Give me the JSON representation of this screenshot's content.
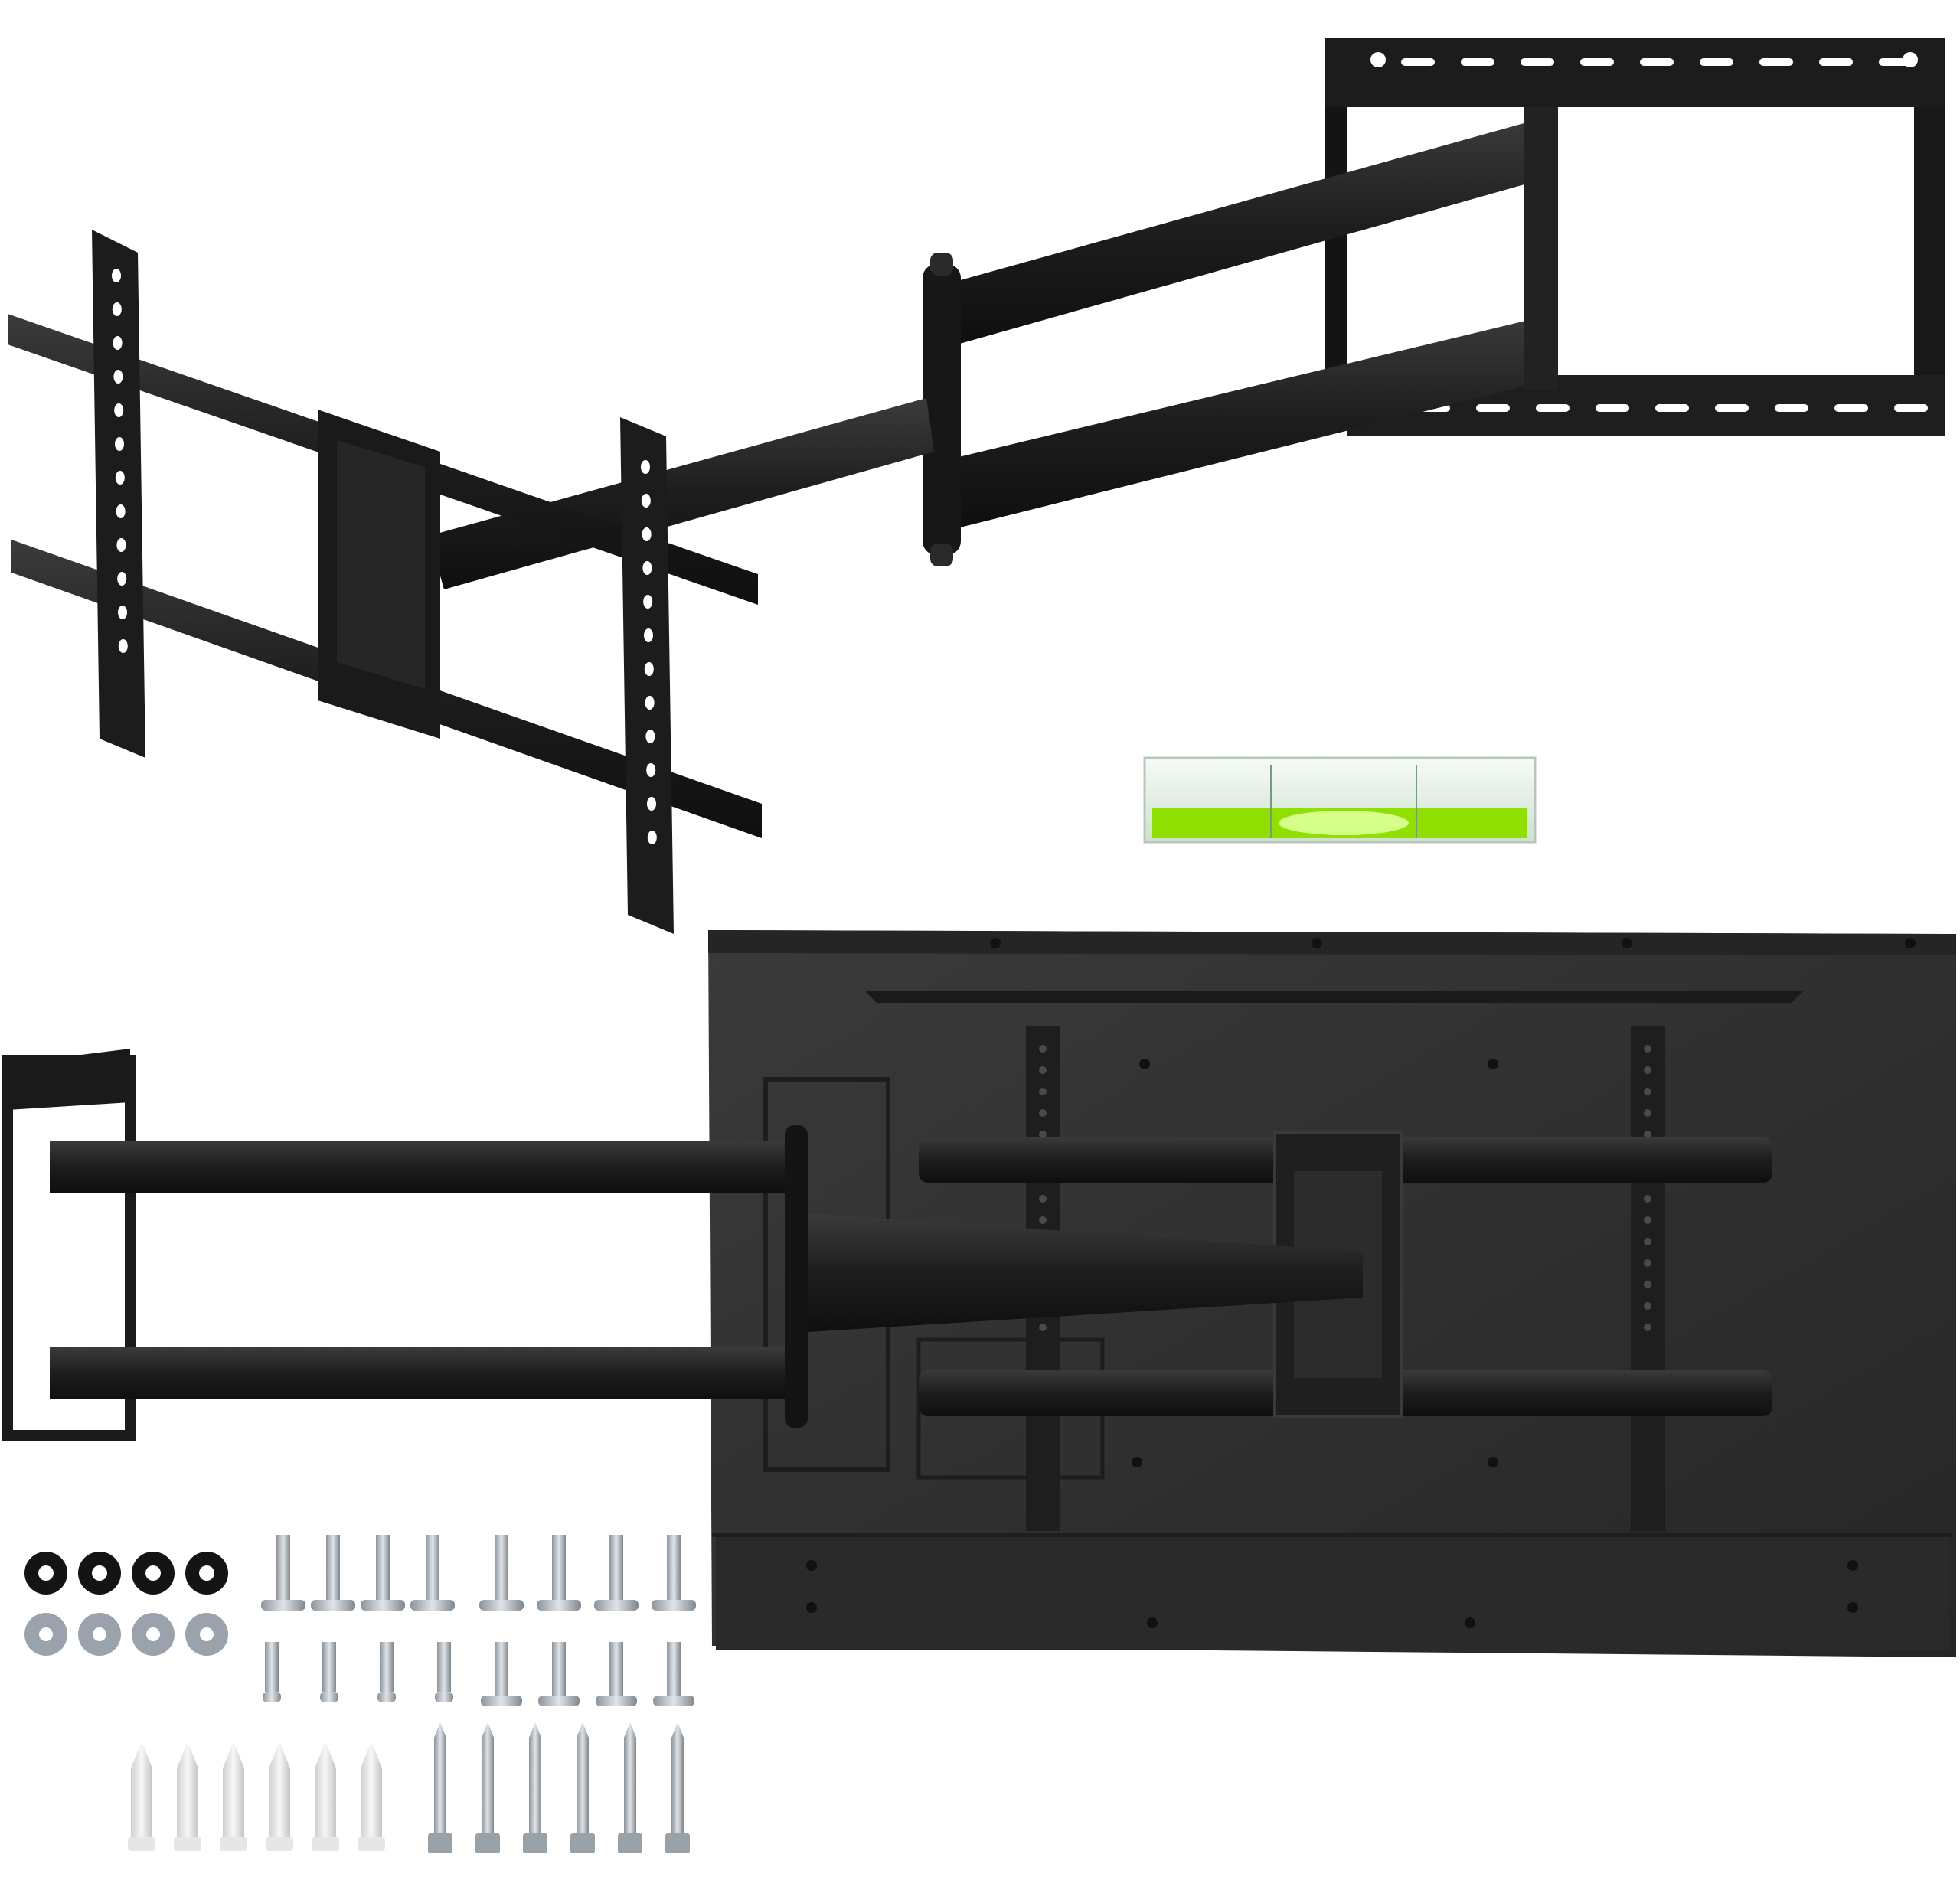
{
  "scene": {
    "items": [
      "tv-mount-bracket-front",
      "bubble-level",
      "tv-mount-installed-on-tv-back",
      "mounting-hardware-kit"
    ]
  },
  "colors": {
    "background": "#ffffff",
    "metal_black": "#1b1b1b",
    "metal_highlight": "#3a3a3a",
    "tv_back": "#2e2e2e",
    "tv_edge": "#232323",
    "level_liquid": "#8fe000",
    "level_body": "#e9f2ea",
    "washer_rubber": "#141414",
    "washer_metal": "#9aa3ab",
    "screw_metal": "#b7bec5",
    "anchor_plastic": "#e6e6e6"
  },
  "hardware_counts": {
    "rubber_spacers": 4,
    "metal_washers": 4,
    "long_bolts": 8,
    "short_bolts": 8,
    "wall_anchors": 6,
    "lag_bolts": 6
  }
}
